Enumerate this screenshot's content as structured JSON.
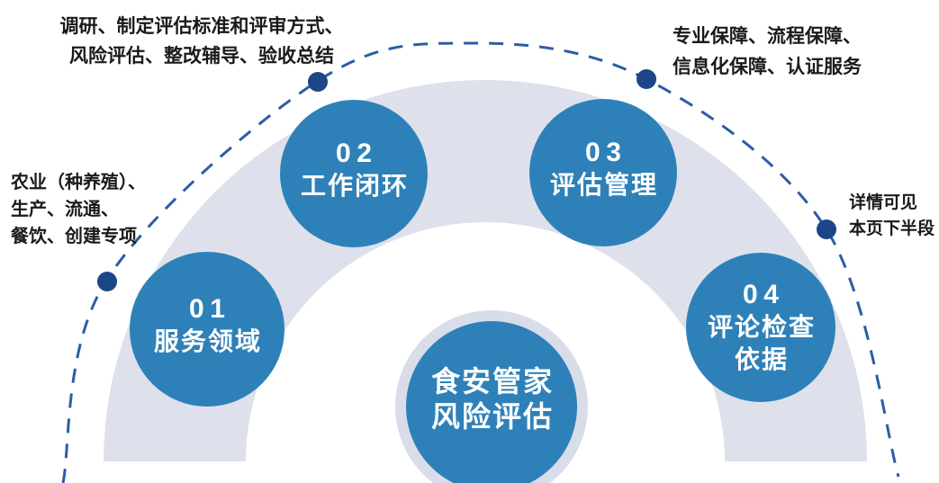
{
  "diagram": {
    "center_circle": {
      "lines": [
        "食安管家",
        "风险评估"
      ]
    },
    "steps": [
      {
        "number": "01",
        "label_lines": [
          "服务领域"
        ]
      },
      {
        "number": "02",
        "label_lines": [
          "工作闭环"
        ]
      },
      {
        "number": "03",
        "label_lines": [
          "评估管理"
        ]
      },
      {
        "number": "04",
        "label_lines": [
          "评论检查",
          "依据"
        ]
      }
    ],
    "annotations": {
      "top_left": {
        "lines": [
          "调研、制定评估标准和评审方式、",
          "风险评估、整改辅导、验收总结"
        ]
      },
      "top_right": {
        "lines": [
          "专业保障、流程保障、",
          "信息化保障、认证服务"
        ]
      },
      "left": {
        "lines": [
          "农业（种养殖）、",
          "生产、流通、",
          "餐饮、创建专项"
        ]
      },
      "right": {
        "lines": [
          "详情可见",
          "本页下半段"
        ]
      }
    },
    "colors": {
      "bubble_blue": "#2e81b8",
      "dot_navy": "#1c4687",
      "dash_blue": "#2b5da6",
      "band_gray": "#dee1eb",
      "center_ring": "#d8dde9",
      "text_dark": "#1a1a1a"
    }
  }
}
